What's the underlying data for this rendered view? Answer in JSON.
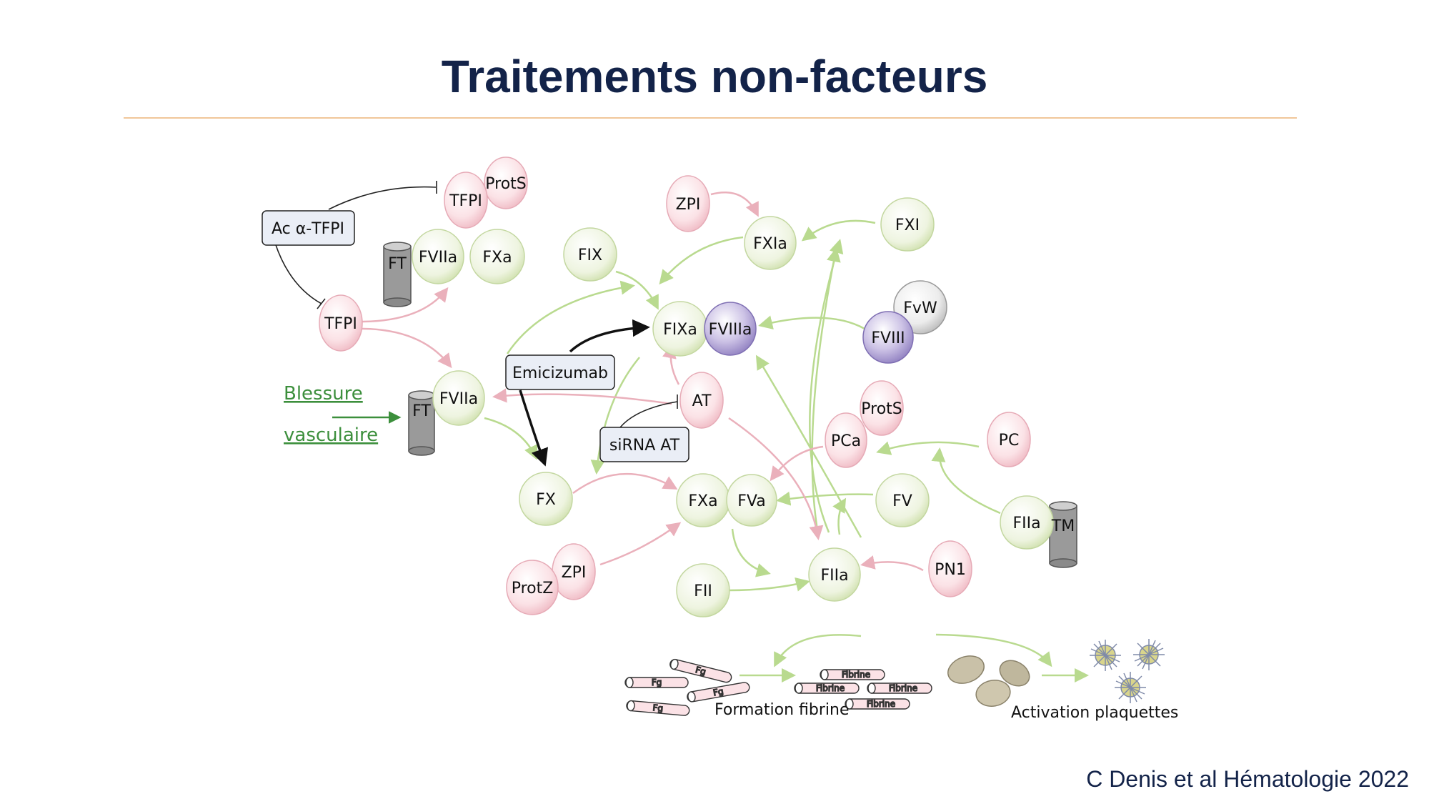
{
  "title": "Traitements non-facteurs",
  "citation": "C Denis et al Hématologie 2022",
  "colors": {
    "title": "#132349",
    "rule": "#f1c79a",
    "inhibitor": "#f4c7cf",
    "procoag": "#dce8c4",
    "cofactor": "#a99bd0",
    "cylinder": "#9a9a9a",
    "green_arrow": "#b9da8f",
    "pink_arrow": "#eab0bb"
  },
  "drugs": {
    "ac_tfpi": "Ac α-TFPI",
    "emicizumab": "Emicizumab",
    "sirna_at": "siRNA AT"
  },
  "injury": {
    "line1": "Blessure",
    "line2": "vasculaire"
  },
  "nodes": {
    "protS_top": "ProtS",
    "tfpi_top": "TFPI",
    "ft_top": "FT",
    "fviia_top": "FVIIa",
    "fxa_top": "FXa",
    "tfpi_left": "TFPI",
    "ft_mid": "FT",
    "fviia_mid": "FVIIa",
    "zpi_top": "ZPI",
    "fxia": "FXIa",
    "fxi": "FXI",
    "fix": "FIX",
    "fixa": "FIXa",
    "fviiia": "FVIIIa",
    "fvw": "FvW",
    "fviii": "FVIII",
    "at": "AT",
    "prots_mid": "ProtS",
    "pca": "PCa",
    "pc": "PC",
    "fx": "FX",
    "fxa_mid": "FXa",
    "fva": "FVa",
    "fv": "FV",
    "fiia_tm": "FIIa",
    "tm": "TM",
    "zpi_low": "ZPI",
    "protz": "ProtZ",
    "fii": "FII",
    "fiia": "FIIa",
    "pn1": "PN1"
  },
  "fibrin": {
    "fg_labels": [
      "Fg",
      "Fg",
      "Fg",
      "Fg"
    ],
    "fibrine_labels": [
      "Fibrine",
      "Fibrine",
      "Fibrine",
      "Fibrine"
    ],
    "formation_caption": "Formation fibrine",
    "platelet_caption": "Activation plaquettes"
  }
}
